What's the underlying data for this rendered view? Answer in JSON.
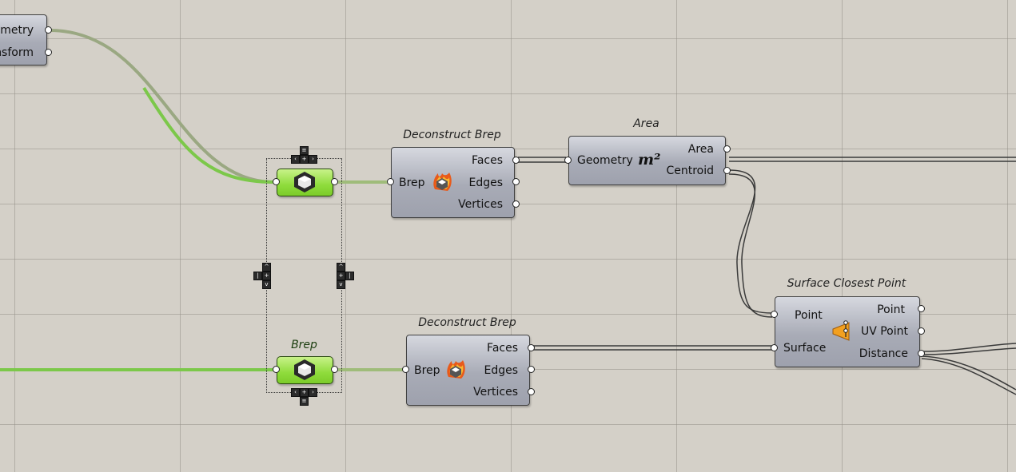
{
  "colors": {
    "canvas": "#d4d0c8",
    "grid": "#96928a",
    "wire_green": "#7cc84a",
    "wire_dark": "#3a3a3a",
    "param_green": "#8fdc3c"
  },
  "left_partial": {
    "out1": "ometry",
    "out2": "nsform"
  },
  "param_top": {
    "title": "",
    "icon": "brep-hexagon-icon"
  },
  "param_bottom": {
    "title": "Brep",
    "icon": "brep-hexagon-icon"
  },
  "deconstruct_top": {
    "title": "Deconstruct Brep",
    "input": "Brep",
    "outputs": [
      "Faces",
      "Edges",
      "Vertices"
    ],
    "icon": "deconstruct-brep-icon"
  },
  "deconstruct_bottom": {
    "title": "Deconstruct Brep",
    "input": "Brep",
    "outputs": [
      "Faces",
      "Edges",
      "Vertices"
    ],
    "icon": "deconstruct-brep-icon"
  },
  "area": {
    "title": "Area",
    "input": "Geometry",
    "icon_text": "m²",
    "outputs": [
      "Area",
      "Centroid"
    ]
  },
  "scp": {
    "title": "Surface Closest Point",
    "inputs": [
      "Point",
      "Surface"
    ],
    "outputs": [
      "Point",
      "UV Point",
      "Distance"
    ],
    "icon": "surface-closest-point-icon"
  }
}
